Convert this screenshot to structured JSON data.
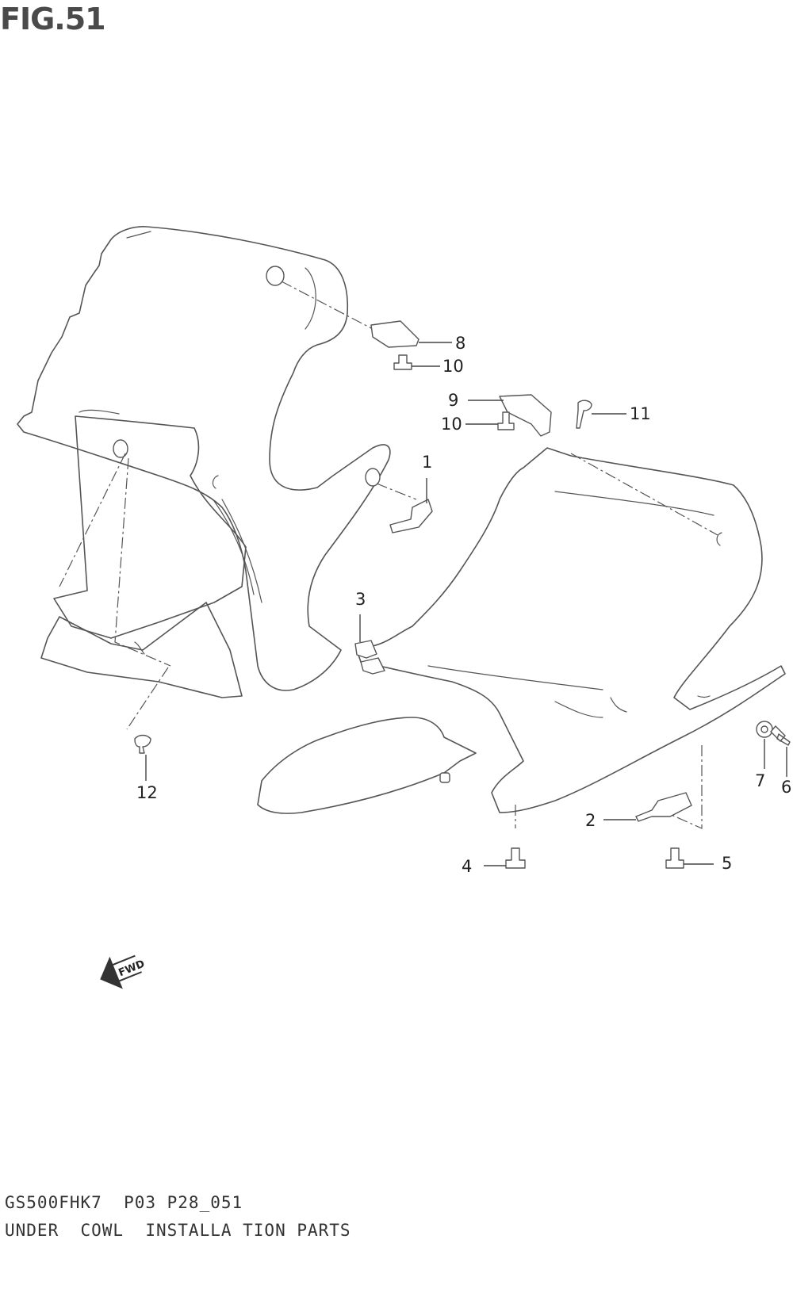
{
  "figure": {
    "title": "FIG.51"
  },
  "callouts": [
    {
      "id": "1",
      "label": "1"
    },
    {
      "id": "2",
      "label": "2"
    },
    {
      "id": "3",
      "label": "3"
    },
    {
      "id": "4",
      "label": "4"
    },
    {
      "id": "5",
      "label": "5"
    },
    {
      "id": "6",
      "label": "6"
    },
    {
      "id": "7",
      "label": "7"
    },
    {
      "id": "8",
      "label": "8"
    },
    {
      "id": "9",
      "label": "9"
    },
    {
      "id": "10a",
      "label": "10"
    },
    {
      "id": "10b",
      "label": "10"
    },
    {
      "id": "11",
      "label": "11"
    },
    {
      "id": "12",
      "label": "12"
    }
  ],
  "fwd_marker": {
    "label": "FWD",
    "icon": "fwd-arrow-icon"
  },
  "footer": {
    "code": "GS500FHK7  P03 P28_051",
    "description": "UNDER  COWL  INSTALLA TION PARTS"
  }
}
